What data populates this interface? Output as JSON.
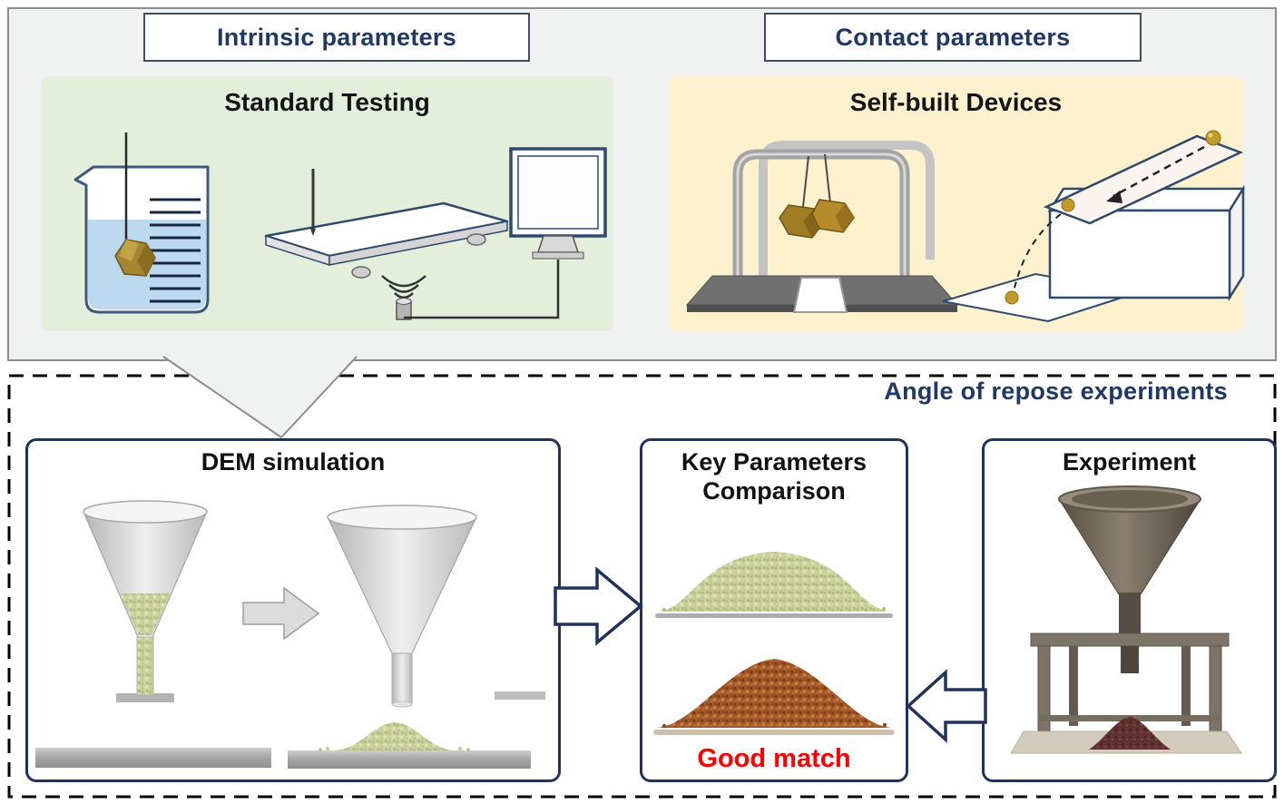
{
  "header": {
    "intrinsic_label": "Intrinsic parameters",
    "contact_label": "Contact parameters"
  },
  "panels": {
    "standard_testing": "Standard Testing",
    "self_built_devices": "Self-built Devices",
    "dem_simulation": "DEM simulation",
    "comparison_line1": "Key Parameters",
    "comparison_line2": "Comparison",
    "comparison_result": "Good match",
    "experiment": "Experiment"
  },
  "section": {
    "title": "Angle of repose experiments"
  },
  "colors": {
    "navy_text": "#1f3864",
    "panel_border": "#20335a",
    "green_panel_bg": "#e3efda",
    "yellow_panel_bg": "#fdf2cd",
    "gray_box_bg": "#f0f1f1",
    "gray_box_border": "#8c8c8c",
    "result_red": "#fe0000",
    "sim_particles_green": "#ccd29e",
    "exp_particles_brown": "#a3582a",
    "exp_pile_dark_red": "#5e3030"
  },
  "icons": {
    "beaker-sample-icon": "beaker with liquid and hanging sample",
    "tilt-table-icon": "tilting plate with stylus and vibration sensor",
    "monitor-icon": "display screen",
    "pendulum-device-icon": "arch frame with two hanging rock samples over tray",
    "incline-device-icon": "box with tilted plate and rolling ball trajectory",
    "dem-funnel-filled-icon": "funnel discharging green particles",
    "dem-funnel-empty-icon": "empty funnel after discharge",
    "dem-transfer-arrow-icon": "gray right arrow",
    "flow-arrow-right-icon": "white block arrow pointing right",
    "flow-arrow-left-icon": "white block arrow pointing left",
    "simulated-pile-icon": "green particle heap",
    "experimental-pile-icon": "brown particle heap",
    "experiment-apparatus-icon": "metal funnel stand with material pile"
  }
}
